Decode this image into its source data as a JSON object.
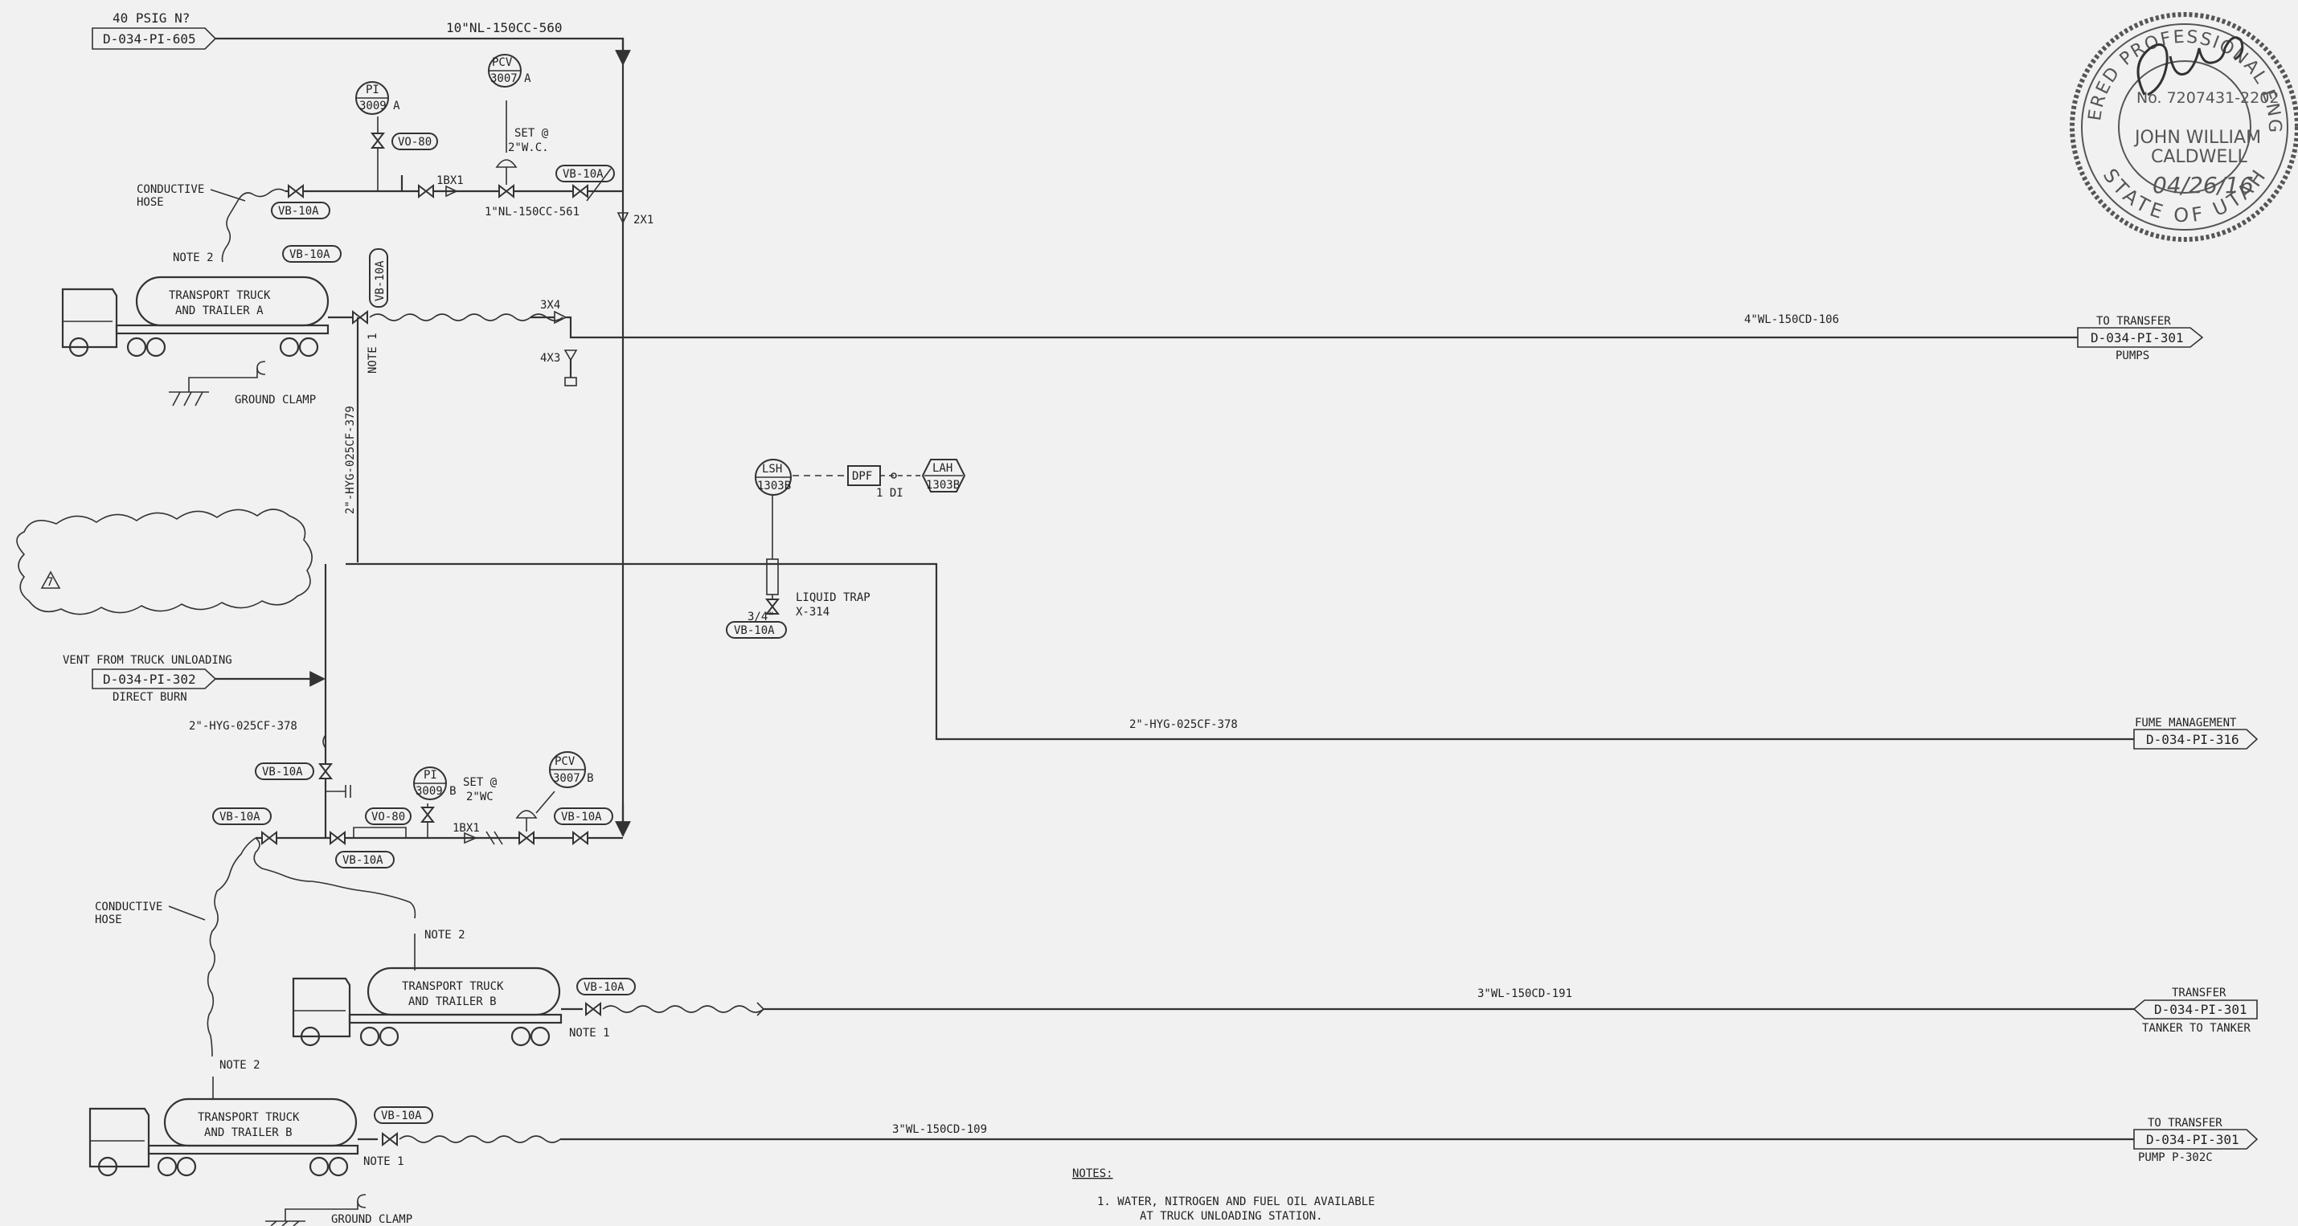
{
  "offpage": {
    "nitrogen": {
      "tag": "D-034-PI-605",
      "label": "40 PSIG N?"
    },
    "transfer_pumps": {
      "tag": "D-034-PI-301",
      "label_top": "TO TRANSFER",
      "label_bottom": "PUMPS"
    },
    "vent": {
      "tag": "D-034-PI-302",
      "label_top": "VENT FROM TRUCK UNLOADING",
      "label_bottom": "DIRECT BURN"
    },
    "fume": {
      "tag": "D-034-PI-316",
      "label_top": "FUME MANAGEMENT"
    },
    "tanker": {
      "tag": "D-034-PI-301",
      "label_top": "TRANSFER",
      "label_bottom": "TANKER TO TANKER"
    },
    "pump302": {
      "tag": "D-034-PI-301",
      "label_top": "TO TRANSFER",
      "label_bottom": "PUMP P-302C"
    }
  },
  "lines": {
    "n2_header": "10\"NL-150CC-560",
    "n2_branch": "1\"NL-150CC-561",
    "water_top": "4\"WL-150CD-106",
    "vent_vertical": "2\"-HYG-025CF-379",
    "vent_left": "2\"-HYG-025CF-378",
    "vent_right": "2\"-HYG-025CF-378",
    "water_mid": "3\"WL-150CD-191",
    "water_bottom": "3\"WL-150CD-109"
  },
  "instruments": {
    "pi_a": {
      "type": "PI",
      "num": "3009 A"
    },
    "pcv_a": {
      "type": "PCV",
      "num": "3007 A"
    },
    "pi_b": {
      "type": "PI",
      "num": "3009 B"
    },
    "pcv_b": {
      "type": "PCV",
      "num": "3007 B"
    },
    "lsh": {
      "type": "LSH",
      "num": "1303B"
    },
    "dpf": "DPF",
    "lah": {
      "type": "LAH",
      "num": "1303B"
    }
  },
  "labels": {
    "vo80": "VO-80",
    "vb10a": "VB-10A",
    "set_a": "SET @",
    "set_a_val": "2\"W.C.",
    "set_b": "SET @",
    "set_b_val": "2\"WC",
    "conductive_hose": "CONDUCTIVE",
    "hose": "HOSE",
    "note1": "NOTE 1",
    "note2": "NOTE 2",
    "ground_clamp": "GROUND CLAMP",
    "truck_a_l1": "TRANSPORT TRUCK",
    "truck_a_l2": "AND TRAILER A",
    "truck_b_l1": "TRANSPORT TRUCK",
    "truck_b_l2": "AND TRAILER B",
    "size_1bx1": "1BX1",
    "size_2x1": "2X1",
    "size_3x4": "3X4",
    "size_4x3": "4X3",
    "di": "1 DI",
    "liquid_trap": "LIQUID TRAP",
    "liquid_trap_tag": "X-314",
    "size_34": "3/4\"",
    "rev": "7"
  },
  "notes": {
    "heading": "NOTES:",
    "n1_line1": "1.  WATER, NITROGEN AND FUEL OIL AVAILABLE",
    "n1_line2": "AT TRUCK UNLOADING STATION."
  },
  "seal": {
    "top": "REGISTERED PROFESSIONAL ENGINEER",
    "number": "No. 7207431-2202",
    "name1": "JOHN WILLIAM",
    "name2": "CALDWELL",
    "date": "04/26/16",
    "bottom": "STATE OF UTAH"
  }
}
